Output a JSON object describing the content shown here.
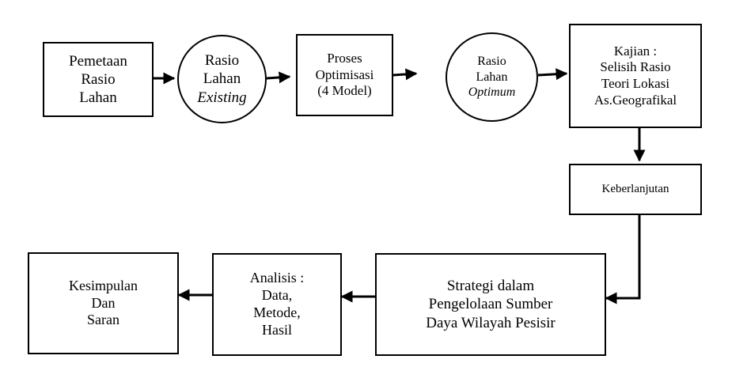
{
  "nodes": {
    "pemetaan": {
      "lines": [
        {
          "text": "Pemetaan"
        },
        {
          "text": "Rasio"
        },
        {
          "text": "Lahan"
        }
      ]
    },
    "rasio_existing": {
      "lines": [
        {
          "text": "Rasio"
        },
        {
          "text": "Lahan"
        },
        {
          "text": "Existing",
          "italic": true
        }
      ]
    },
    "proses": {
      "lines": [
        {
          "text": "Proses"
        },
        {
          "text": "Optimisasi"
        },
        {
          "text": "(4 Model)"
        }
      ]
    },
    "rasio_optimum": {
      "lines": [
        {
          "text": "Rasio"
        },
        {
          "text": "Lahan"
        },
        {
          "text": "Optimum",
          "italic": true
        }
      ]
    },
    "kajian": {
      "lines": [
        {
          "text": "Kajian :"
        },
        {
          "text": "Selisih Rasio"
        },
        {
          "text": "Teori Lokasi"
        },
        {
          "text": "As.Geografikal"
        }
      ]
    },
    "keberlanjutan": {
      "lines": [
        {
          "text": "Keberlanjutan"
        }
      ]
    },
    "strategi": {
      "lines": [
        {
          "text": "Strategi dalam"
        },
        {
          "text": "Pengelolaan Sumber"
        },
        {
          "text": "Daya Wilayah Pesisir"
        }
      ]
    },
    "analisis": {
      "lines": [
        {
          "text": "Analisis :"
        },
        {
          "text": "Data,"
        },
        {
          "text": "Metode,"
        },
        {
          "text": "Hasil"
        }
      ]
    },
    "kesimpulan": {
      "lines": [
        {
          "text": "Kesimpulan"
        },
        {
          "text": "Dan"
        },
        {
          "text": "Saran"
        }
      ]
    }
  },
  "edges": [
    {
      "from": "pemetaan",
      "to": "rasio_existing"
    },
    {
      "from": "rasio_existing",
      "to": "proses"
    },
    {
      "from": "proses",
      "to": "rasio_optimum"
    },
    {
      "from": "rasio_optimum",
      "to": "kajian"
    },
    {
      "from": "kajian",
      "to": "keberlanjutan"
    },
    {
      "from": "keberlanjutan",
      "to": "strategi"
    },
    {
      "from": "strategi",
      "to": "analisis"
    },
    {
      "from": "analisis",
      "to": "kesimpulan"
    }
  ]
}
